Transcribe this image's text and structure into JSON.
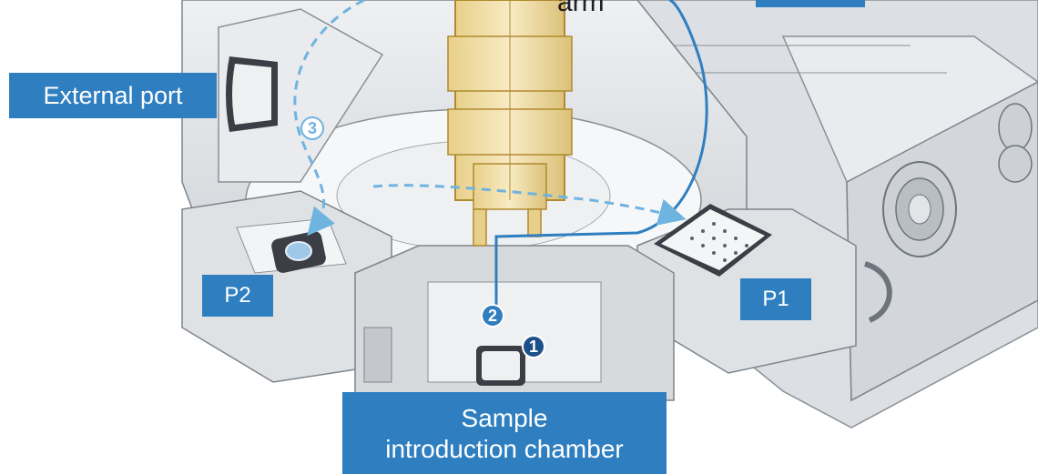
{
  "labels": {
    "external_port": "External port",
    "p2": "P2",
    "p1": "P1",
    "sample_line1": "Sample",
    "sample_line2": "introduction chamber",
    "arm": "arm"
  },
  "markers": {
    "step1": "1",
    "step2": "2",
    "step3": "3"
  },
  "colors": {
    "label_fill": "#2f7fc0",
    "transfer_path": "#2f7fc0",
    "dashed_path": "#6fb4e0",
    "arm_body": "#f4e1a6",
    "chamber_metal": "#e3e5e8"
  }
}
